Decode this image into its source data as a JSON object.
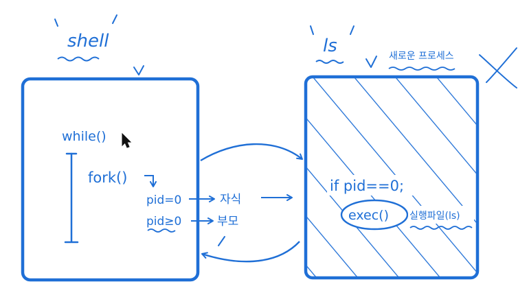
{
  "colors": {
    "ink": "#1f6fd6",
    "background": "#ffffff",
    "cursor": "#111111"
  },
  "left_box": {
    "title": "shell",
    "loop_label": "while()",
    "fork_label": "fork()",
    "pid_child": "pid=0",
    "pid_parent": "pid≥0",
    "child_label": "자식",
    "parent_label": "부모"
  },
  "right_box": {
    "title": "ls",
    "note": "새로운 프로세스",
    "condition": "if pid==0;",
    "exec_label": "exec()",
    "exec_note": "실행파일(ls)"
  },
  "icons": [
    "checkmark-icon",
    "cross-icon",
    "mouse-cursor-icon"
  ]
}
